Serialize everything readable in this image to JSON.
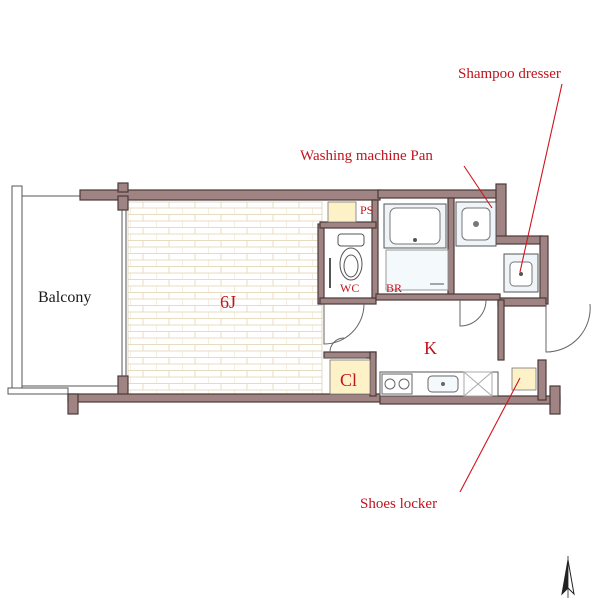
{
  "labels": {
    "shampoo_dresser": "Shampoo dresser",
    "washing_machine_pan": "Washing machine Pan",
    "ps": "PS",
    "balcony": "Balcony",
    "room_6j": "6J",
    "wc": "WC",
    "br": "BR",
    "kitchen": "K",
    "closet": "Cl",
    "shoes_locker": "Shoes locker"
  },
  "colors": {
    "wall": "#a08383",
    "label": "#c0141e",
    "floor_tile_line": "#e8dcc0",
    "closet_fill": "#fdf1c8",
    "leader": "#d0141e"
  }
}
